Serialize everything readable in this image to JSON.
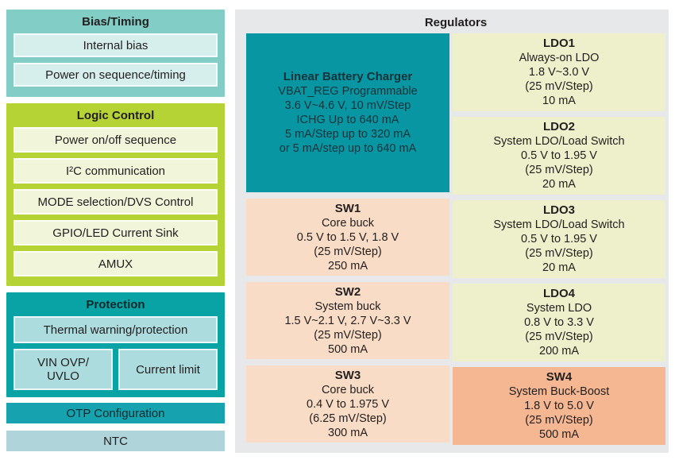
{
  "colors": {
    "bias_group_bg": "#82cec7",
    "bias_item_bg": "#d7efec",
    "logic_group_bg": "#b5d334",
    "logic_item_bg": "#f1f5d9",
    "protection_group_bg": "#09a3a5",
    "protection_item_bg": "#acdcde",
    "otp_bar_bg": "#16a2ae",
    "ntc_bar_bg": "#afd4d9",
    "panel_bg": "#e7e8e9",
    "charger_bg": "#0996a3",
    "ldo_block_bg": "#eef0cb",
    "sw_block_bg": "#f8dcc5",
    "sw4_block_bg": "#f4b791",
    "text": "#231f20"
  },
  "left": {
    "groups": [
      {
        "title": "Bias/Timing",
        "items": [
          "Internal bias",
          "Power on sequence/timing"
        ]
      },
      {
        "title": "Logic Control",
        "items": [
          "Power on/off sequence",
          "I²C communication",
          "MODE selection/DVS Control",
          "GPIO/LED Current Sink",
          "AMUX"
        ]
      },
      {
        "title": "Protection",
        "items": [
          "Thermal warning/protection"
        ],
        "row": [
          "VIN OVP/\nUVLO",
          "Current limit"
        ]
      }
    ],
    "bars": [
      {
        "label": "OTP Configuration"
      },
      {
        "label": "NTC"
      }
    ]
  },
  "regulators": {
    "title": "Regulators",
    "charger": {
      "title": "Linear Battery Charger",
      "lines": [
        "VBAT_REG Programmable",
        "3.6 V~4.6 V, 10 mV/Step",
        "ICHG Up to 640 mA",
        "5 mA/Step up to 320 mA",
        "or 5 mA/step up to 640 mA"
      ]
    },
    "blocks": {
      "sw1": {
        "title": "SW1",
        "lines": [
          "Core buck",
          "0.5 V to 1.5 V, 1.8 V",
          "(25 mV/Step)",
          "250 mA"
        ]
      },
      "sw2": {
        "title": "SW2",
        "lines": [
          "System buck",
          "1.5 V~2.1 V, 2.7 V~3.3 V",
          "(25 mV/Step)",
          "500 mA"
        ]
      },
      "sw3": {
        "title": "SW3",
        "lines": [
          "Core buck",
          "0.4 V to 1.975 V",
          "(6.25 mV/Step)",
          "300 mA"
        ]
      },
      "ldo1": {
        "title": "LDO1",
        "lines": [
          "Always-on LDO",
          "1.8 V~3.0 V",
          "(25 mV/Step)",
          "10 mA"
        ]
      },
      "ldo2": {
        "title": "LDO2",
        "lines": [
          "System LDO/Load Switch",
          "0.5 V to 1.95 V",
          "(25 mV/Step)",
          "20 mA"
        ]
      },
      "ldo3": {
        "title": "LDO3",
        "lines": [
          "System LDO/Load Switch",
          "0.5 V to 1.95 V",
          "(25 mV/Step)",
          "20 mA"
        ]
      },
      "ldo4": {
        "title": "LDO4",
        "lines": [
          "System LDO",
          "0.8 V to 3.3 V",
          "(25 mV/Step)",
          "200 mA"
        ]
      },
      "sw4": {
        "title": "SW4",
        "lines": [
          "System Buck-Boost",
          "1.8 V to 5.0 V",
          "(25 mV/Step)",
          "500 mA"
        ]
      }
    }
  }
}
